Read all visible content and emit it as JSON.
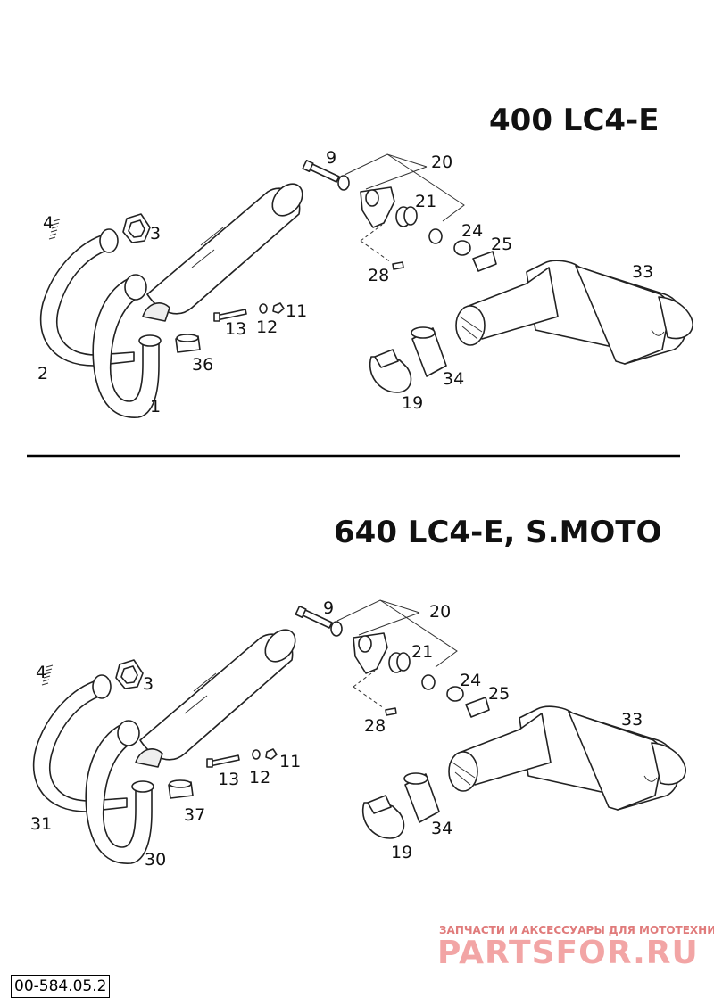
{
  "sections": [
    {
      "heading": "400 LC4-E",
      "callouts": [
        "1",
        "2",
        "3",
        "4",
        "9",
        "20",
        "21",
        "24",
        "25",
        "28",
        "13",
        "12",
        "11",
        "36",
        "33",
        "34",
        "19"
      ]
    },
    {
      "heading": "640 LC4-E, S.MOTO",
      "callouts": [
        "30",
        "31",
        "3",
        "4",
        "9",
        "20",
        "21",
        "24",
        "25",
        "28",
        "13",
        "12",
        "11",
        "37",
        "33",
        "34",
        "19"
      ]
    }
  ],
  "reference_code": "00-584.05.2",
  "watermark": {
    "caption": "ЗАПЧАСТИ И АКСЕССУАРЫ ДЛЯ МОТОТЕХНИКИ",
    "logo": "PARTSFOR.RU"
  }
}
